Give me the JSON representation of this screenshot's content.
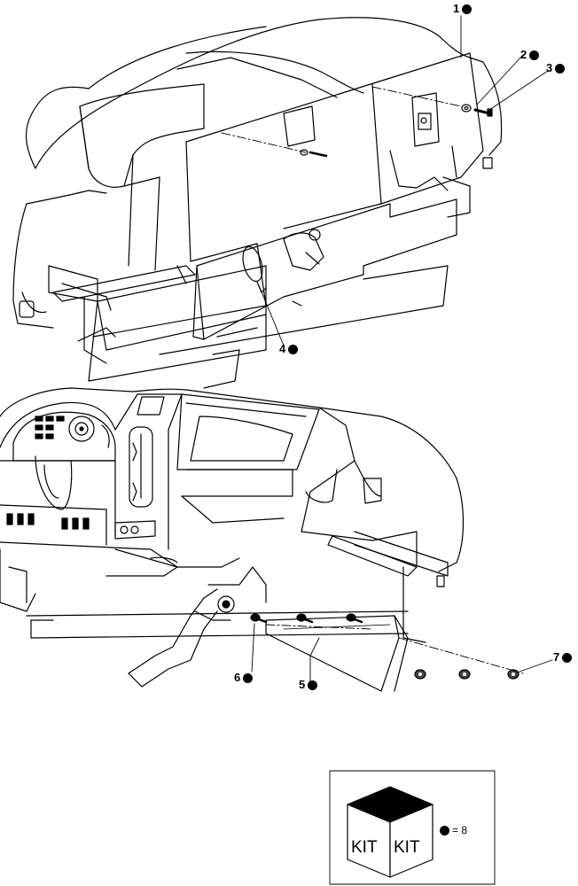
{
  "diagram": {
    "callouts": [
      {
        "id": "1",
        "label": "1"
      },
      {
        "id": "2",
        "label": "2"
      },
      {
        "id": "3",
        "label": "3"
      },
      {
        "id": "4",
        "label": "4"
      },
      {
        "id": "5",
        "label": "5"
      },
      {
        "id": "6",
        "label": "6"
      },
      {
        "id": "7",
        "label": "7"
      }
    ],
    "kit": {
      "left_text": "KIT",
      "right_text": "KIT",
      "legend_text": "= 8"
    }
  }
}
